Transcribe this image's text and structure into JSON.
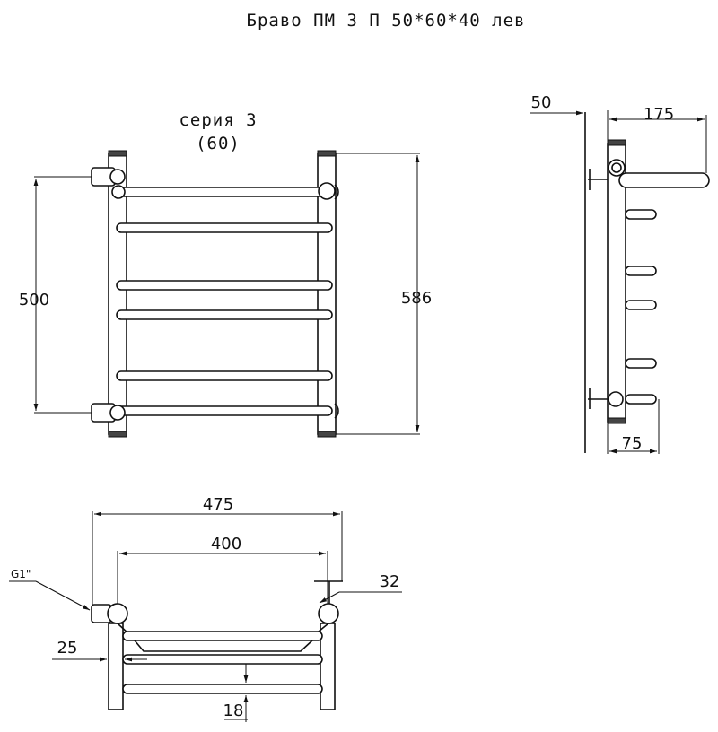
{
  "title": "Браво ПМ 3 П 50*60*40 лев",
  "front_view": {
    "series_label": "серия 3",
    "series_sub": "(60)",
    "dim_left": "500",
    "dim_right": "586"
  },
  "side_view": {
    "dim_top_left": "50",
    "dim_top_right": "175",
    "dim_bottom": "75"
  },
  "top_view": {
    "dim_overall": "475",
    "dim_center": "400",
    "dim_g1": "G1\"",
    "dim_32": "32",
    "dim_25": "25",
    "dim_18": "18"
  }
}
